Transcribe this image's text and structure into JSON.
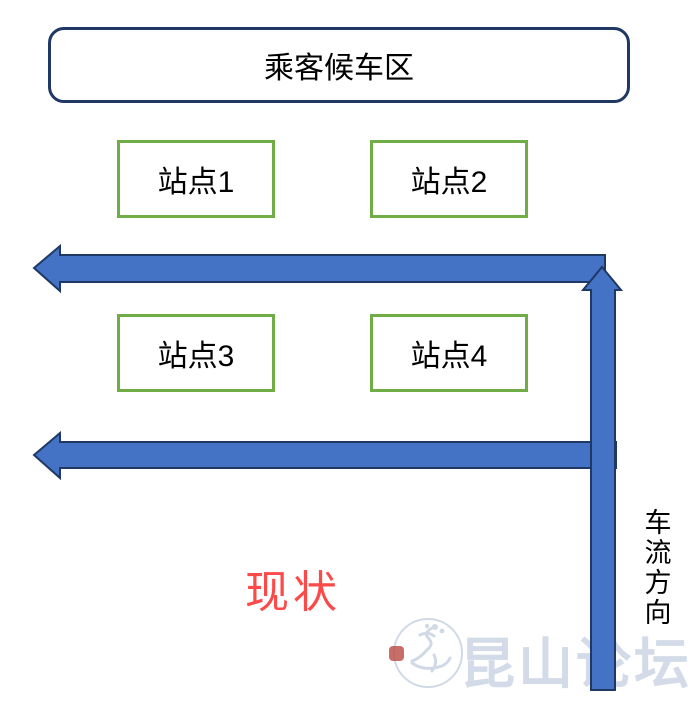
{
  "diagram": {
    "waiting_area": {
      "label": "乘客候车区"
    },
    "stations": [
      {
        "label": "站点1"
      },
      {
        "label": "站点2"
      },
      {
        "label": "站点3"
      },
      {
        "label": "站点4"
      }
    ],
    "roads": [
      {
        "name": "upper-road",
        "direction": "left"
      },
      {
        "name": "lower-road",
        "direction": "left"
      },
      {
        "name": "entry-road",
        "direction": "up"
      }
    ],
    "current_state_label": "现状",
    "traffic_direction_label": "车流方向"
  },
  "watermark": {
    "text": "昆山论坛"
  },
  "colors": {
    "arrow_fill": "#4472C4",
    "arrow_border": "#1F3864",
    "station_border": "#70AD47",
    "waiting_border": "#1F3864",
    "current_state_text": "#FB4A4A",
    "watermark_text": "#C9D3E3",
    "label_text": "#000000"
  }
}
